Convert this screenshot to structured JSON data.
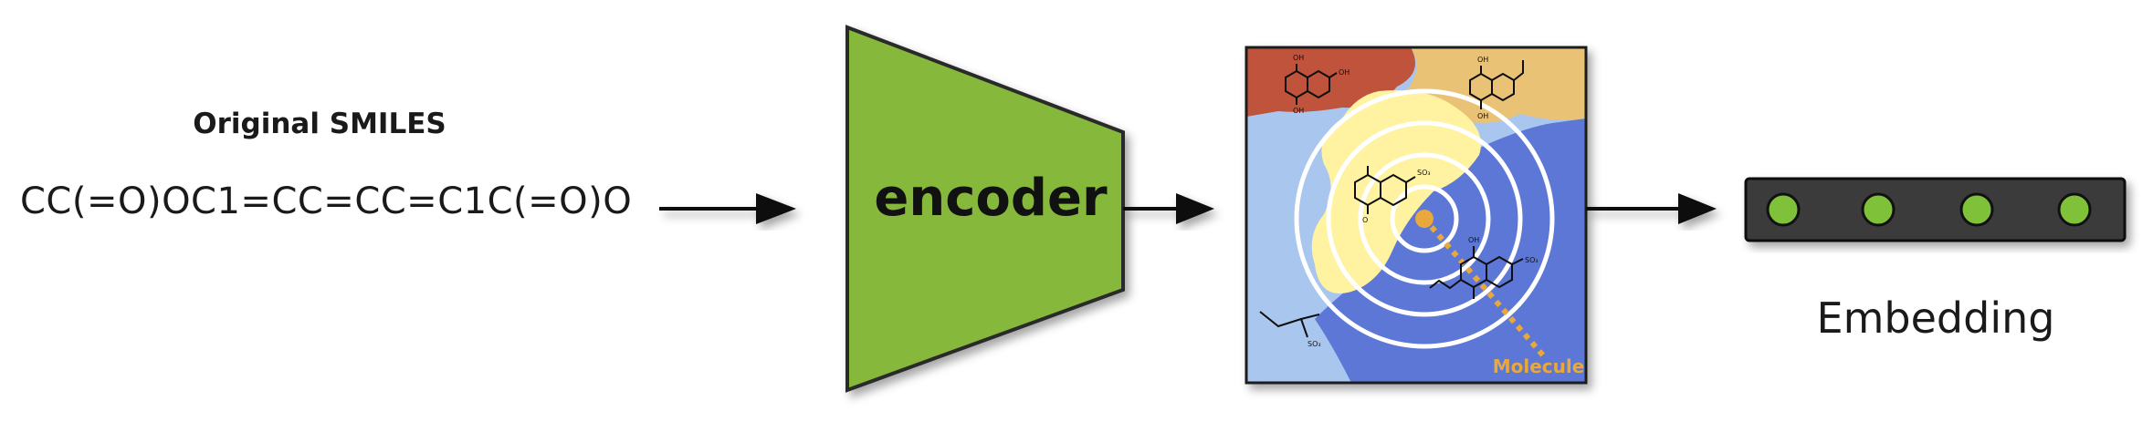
{
  "labels": {
    "input_title": "Original SMILES",
    "smiles": "CC(=O)OC1=CC=CC=C1C(=O)O",
    "encoder": "encoder",
    "embedding": "Embedding",
    "molecule": "Molecule"
  },
  "colors": {
    "encoder_fill": "#86b93a",
    "embedding_node": "#7fc23a",
    "embedding_bar": "#3a3a3a",
    "region_red": "#c0533a",
    "region_tan": "#e9c274",
    "region_light_blue": "#a9c6ee",
    "region_blue": "#5b77d6",
    "region_yellow": "#fff3a2",
    "target_dot": "#e8a83a"
  },
  "icons": [
    "arrow-right-icon",
    "embedding-node-icon",
    "molecule-structure-icon"
  ]
}
